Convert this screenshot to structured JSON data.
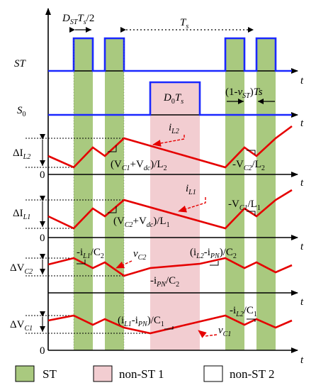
{
  "colors": {
    "st_band": "#a9c97f",
    "non_st1_band": "#f2cdd1",
    "pulse": "#1a28ff",
    "waveform": "#e50000",
    "axis": "#000000"
  },
  "labels": {
    "d_st": "D",
    "d_st_sub": "ST",
    "d_st_rest": "T",
    "d_st_rest_sub": "s",
    "d_st_tail": "/2",
    "ts": "T",
    "ts_sub": "s",
    "st": "ST",
    "s0": "S",
    "s0_sub": "0",
    "d0": "D",
    "d0_sub": "0",
    "d0_t": "T",
    "d0_t_sub": "s",
    "one_minus_vst": "(1-",
    "one_minus_vst_v": "v",
    "one_minus_vst_sub": "ST",
    "one_minus_vst_tail": ")",
    "one_minus_vst_t": "Ts",
    "t": "t",
    "zero": "0",
    "delta_il2": "ΔI",
    "delta_il2_sub": "L2",
    "delta_il1": "ΔI",
    "delta_il1_sub": "L1",
    "delta_vc2": "ΔV",
    "delta_vc2_sub": "C2",
    "delta_vc1": "ΔV",
    "delta_vc1_sub": "C1",
    "il2": "i",
    "il2_sub": "L2",
    "il1": "i",
    "il1_sub": "L1",
    "vc2": "v",
    "vc2_sub": "C2",
    "vc1": "v",
    "vc1_sub": "C1",
    "slope_il2_up": "(V",
    "slope_il2_up_sub1": "C1",
    "slope_il2_up_mid": "+V",
    "slope_il2_up_sub2": "dc",
    "slope_il2_up_tail": ")/L",
    "slope_il2_up_sub3": "2",
    "slope_il2_down": "-V",
    "slope_il2_down_sub1": "C2",
    "slope_il2_down_tail": "/L",
    "slope_il2_down_sub2": "2",
    "slope_il1_up": "(V",
    "slope_il1_up_sub1": "C2",
    "slope_il1_up_mid": "+V",
    "slope_il1_up_sub2": "dc",
    "slope_il1_up_tail": ")/L",
    "slope_il1_up_sub3": "1",
    "slope_il1_down": "-V",
    "slope_il1_down_sub1": "C1",
    "slope_il1_down_tail": "/L",
    "slope_il1_down_sub2": "1",
    "slope_vc2_st": "-i",
    "slope_vc2_st_sub1": "L1",
    "slope_vc2_st_tail": "/C",
    "slope_vc2_st_sub2": "2",
    "slope_vc2_n2": "(i",
    "slope_vc2_n2_sub1": "L2",
    "slope_vc2_n2_mid": "-i",
    "slope_vc2_n2_sub2": "PN",
    "slope_vc2_n2_tail": ")/C",
    "slope_vc2_n2_sub3": "2",
    "slope_vc2_n1": "-i",
    "slope_vc2_n1_sub1": "PN",
    "slope_vc2_n1_tail": "/C",
    "slope_vc2_n1_sub2": "2",
    "slope_vc1_n1": "(i",
    "slope_vc1_n1_sub1": "L1",
    "slope_vc1_n1_mid": "-i",
    "slope_vc1_n1_sub2": "PN",
    "slope_vc1_n1_tail": ")/C",
    "slope_vc1_n1_sub3": "1",
    "slope_vc1_st": "-i",
    "slope_vc1_st_sub1": "L2",
    "slope_vc1_st_tail": "/C",
    "slope_vc1_st_sub2": "1"
  },
  "legend": [
    {
      "label": "ST",
      "color_key": "st_band"
    },
    {
      "label": "non-ST 1",
      "color_key": "non_st1_band"
    },
    {
      "label": "non-ST 2",
      "color_key": "none"
    }
  ]
}
